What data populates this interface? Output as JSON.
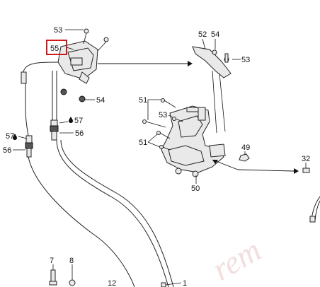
{
  "diagram": {
    "labels": {
      "l53a": "53",
      "l55": "55",
      "l54a": "54",
      "l57a": "57",
      "l56a": "56",
      "l57b": "57",
      "l56b": "56",
      "l52": "52",
      "l54b": "54",
      "l53b": "53",
      "l51a": "51",
      "l53c": "53",
      "l51b": "51",
      "l49": "49",
      "l50": "50",
      "l32": "32",
      "l7": "7",
      "l8": "8",
      "l12": "12",
      "l1": "1"
    },
    "highlighted_label": "55",
    "watermark_text": "rem"
  }
}
